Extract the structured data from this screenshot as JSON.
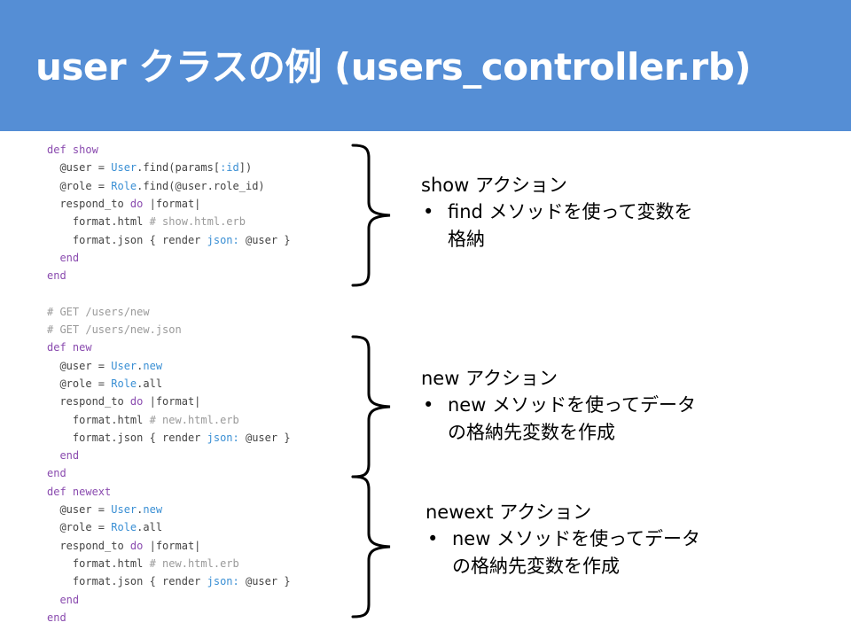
{
  "title": "user クラスの例 (users_controller.rb)",
  "colors": {
    "title_bar": "#558ed5",
    "keyword": "#8a4baf",
    "constant": "#3a8fd4",
    "comment": "#9a9a9a",
    "code_text": "#444444"
  },
  "code_lines": [
    [
      {
        "t": "kw",
        "v": "def show"
      }
    ],
    [
      {
        "t": "ivar",
        "v": "  @user "
      },
      {
        "t": "plain",
        "v": "= "
      },
      {
        "t": "const",
        "v": "User"
      },
      {
        "t": "plain",
        "v": ".find(params["
      },
      {
        "t": "sym",
        "v": ":id"
      },
      {
        "t": "plain",
        "v": "])"
      }
    ],
    [
      {
        "t": "ivar",
        "v": "  @role "
      },
      {
        "t": "plain",
        "v": "= "
      },
      {
        "t": "const",
        "v": "Role"
      },
      {
        "t": "plain",
        "v": ".find(@user.role_id)"
      }
    ],
    [
      {
        "t": "plain",
        "v": "  respond_to "
      },
      {
        "t": "kw",
        "v": "do"
      },
      {
        "t": "plain",
        "v": " |format|"
      }
    ],
    [
      {
        "t": "plain",
        "v": "    format.html "
      },
      {
        "t": "comment",
        "v": "# show.html.erb"
      }
    ],
    [
      {
        "t": "plain",
        "v": "    format.json { render "
      },
      {
        "t": "key",
        "v": "json:"
      },
      {
        "t": "plain",
        "v": " @user }"
      }
    ],
    [
      {
        "t": "kw",
        "v": "  end"
      }
    ],
    [
      {
        "t": "kw",
        "v": "end"
      }
    ],
    [
      {
        "t": "plain",
        "v": ""
      }
    ],
    [
      {
        "t": "comment",
        "v": "# GET /users/new"
      }
    ],
    [
      {
        "t": "comment",
        "v": "# GET /users/new.json"
      }
    ],
    [
      {
        "t": "kw",
        "v": "def new"
      }
    ],
    [
      {
        "t": "ivar",
        "v": "  @user "
      },
      {
        "t": "plain",
        "v": "= "
      },
      {
        "t": "const",
        "v": "User"
      },
      {
        "t": "plain",
        "v": "."
      },
      {
        "t": "const",
        "v": "new"
      }
    ],
    [
      {
        "t": "ivar",
        "v": "  @role "
      },
      {
        "t": "plain",
        "v": "= "
      },
      {
        "t": "const",
        "v": "Role"
      },
      {
        "t": "plain",
        "v": ".all"
      }
    ],
    [
      {
        "t": "plain",
        "v": "  respond_to "
      },
      {
        "t": "kw",
        "v": "do"
      },
      {
        "t": "plain",
        "v": " |format|"
      }
    ],
    [
      {
        "t": "plain",
        "v": "    format.html "
      },
      {
        "t": "comment",
        "v": "# new.html.erb"
      }
    ],
    [
      {
        "t": "plain",
        "v": "    format.json { render "
      },
      {
        "t": "key",
        "v": "json:"
      },
      {
        "t": "plain",
        "v": " @user }"
      }
    ],
    [
      {
        "t": "kw",
        "v": "  end"
      }
    ],
    [
      {
        "t": "kw",
        "v": "end"
      }
    ],
    [
      {
        "t": "kw",
        "v": "def newext"
      }
    ],
    [
      {
        "t": "ivar",
        "v": "  @user "
      },
      {
        "t": "plain",
        "v": "= "
      },
      {
        "t": "const",
        "v": "User"
      },
      {
        "t": "plain",
        "v": "."
      },
      {
        "t": "const",
        "v": "new"
      }
    ],
    [
      {
        "t": "ivar",
        "v": "  @role "
      },
      {
        "t": "plain",
        "v": "= "
      },
      {
        "t": "const",
        "v": "Role"
      },
      {
        "t": "plain",
        "v": ".all"
      }
    ],
    [
      {
        "t": "plain",
        "v": "  respond_to "
      },
      {
        "t": "kw",
        "v": "do"
      },
      {
        "t": "plain",
        "v": " |format|"
      }
    ],
    [
      {
        "t": "plain",
        "v": "    format.html "
      },
      {
        "t": "comment",
        "v": "# new.html.erb"
      }
    ],
    [
      {
        "t": "plain",
        "v": "    format.json { render "
      },
      {
        "t": "key",
        "v": "json:"
      },
      {
        "t": "plain",
        "v": " @user }"
      }
    ],
    [
      {
        "t": "kw",
        "v": "  end"
      }
    ],
    [
      {
        "t": "kw",
        "v": "end"
      }
    ]
  ],
  "notes": [
    {
      "heading": "show アクション",
      "bullet": "find メソッドを使って変数を格納"
    },
    {
      "heading": "new アクション",
      "bullet": "new メソッドを使ってデータの格納先変数を作成"
    },
    {
      "heading": "newext アクション",
      "bullet": "new メソッドを使ってデータの格納先変数を作成"
    }
  ],
  "bullet_symbol": "•"
}
